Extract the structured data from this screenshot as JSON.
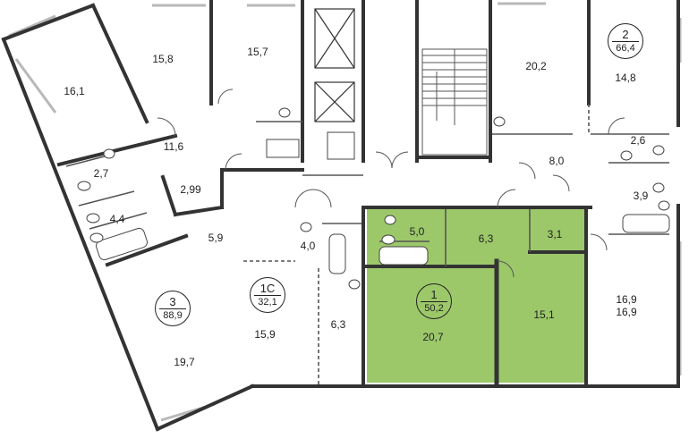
{
  "colors": {
    "wall": "#333333",
    "thin_wall": "#555555",
    "highlight": "#9cc86a",
    "window": "#b8b8b8",
    "background": "#ffffff"
  },
  "apartments": [
    {
      "number": "1",
      "area": "50,2",
      "highlighted": true
    },
    {
      "number": "1С",
      "area": "32,1",
      "highlighted": false
    },
    {
      "number": "2",
      "area": "66,4",
      "highlighted": false
    },
    {
      "number": "3",
      "area": "88,9",
      "highlighted": false
    }
  ],
  "rooms": {
    "r_16_1": "16,1",
    "r_15_8": "15,8",
    "r_15_7": "15,7",
    "r_20_2": "20,2",
    "r_14_8": "14,8",
    "r_11_6": "11,6",
    "r_2_7": "2,7",
    "r_2_99": "2,99",
    "r_4_4": "4,4",
    "r_2_6": "2,6",
    "r_8_0": "8,0",
    "r_3_9": "3,9",
    "r_5_9": "5,9",
    "r_4_0": "4,0",
    "r_5_0": "5,0",
    "r_6_3a": "6,3",
    "r_3_1": "3,1",
    "r_6_3b": "6,3",
    "r_15_9": "15,9",
    "r_20_7": "20,7",
    "r_15_1": "15,1",
    "r_16_9a": "16,9",
    "r_16_9b": "16,9",
    "r_19_7": "19,7"
  }
}
